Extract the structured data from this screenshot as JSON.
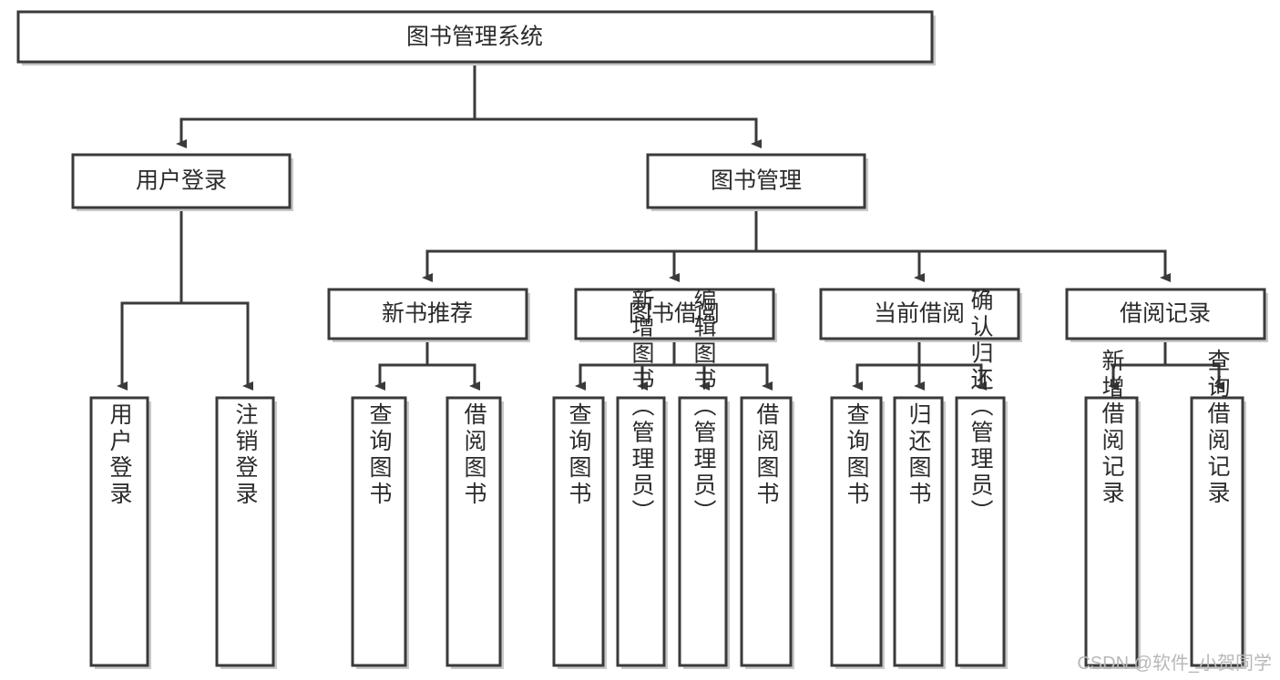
{
  "diagram": {
    "type": "tree-hierarchy",
    "orientation": "top-down",
    "title": "图书管理系统",
    "colors": {
      "box_fill": "#ffffff",
      "box_stroke": "#3a3a3a",
      "shadow": "#c9c9c9",
      "text": "#2b2b2b",
      "watermark": "#b8b8b8"
    },
    "levels": [
      {
        "level": 1,
        "nodes": [
          {
            "id": "root",
            "label": "图书管理系统",
            "orientation": "horizontal"
          }
        ]
      },
      {
        "level": 2,
        "nodes": [
          {
            "id": "user-login",
            "label": "用户登录",
            "orientation": "horizontal",
            "parent": "root"
          },
          {
            "id": "book-manage",
            "label": "图书管理",
            "orientation": "horizontal",
            "parent": "root"
          }
        ]
      },
      {
        "level": 3,
        "nodes": [
          {
            "id": "new-book-rec",
            "label": "新书推荐",
            "orientation": "horizontal",
            "parent": "book-manage"
          },
          {
            "id": "book-borrow",
            "label": "图书借阅",
            "orientation": "horizontal",
            "parent": "book-manage"
          },
          {
            "id": "current-borrow",
            "label": "当前借阅",
            "orientation": "horizontal",
            "parent": "book-manage"
          },
          {
            "id": "borrow-record",
            "label": "借阅记录",
            "orientation": "horizontal",
            "parent": "book-manage"
          }
        ]
      },
      {
        "level": 4,
        "nodes": [
          {
            "id": "leaf-user-login",
            "label": "用户登录",
            "orientation": "vertical",
            "parent": "user-login"
          },
          {
            "id": "leaf-logout",
            "label": "注销登录",
            "orientation": "vertical",
            "parent": "user-login"
          },
          {
            "id": "leaf-query-book-1",
            "label": "查询图书",
            "orientation": "vertical",
            "parent": "new-book-rec"
          },
          {
            "id": "leaf-borrow-book-1",
            "label": "借阅图书",
            "orientation": "vertical",
            "parent": "new-book-rec"
          },
          {
            "id": "leaf-query-book-2",
            "label": "查询图书",
            "orientation": "vertical",
            "parent": "book-borrow"
          },
          {
            "id": "leaf-add-book",
            "label": "新增图书（管理员）",
            "orientation": "vertical",
            "parent": "book-borrow"
          },
          {
            "id": "leaf-edit-book",
            "label": "编辑图书（管理员）",
            "orientation": "vertical",
            "parent": "book-borrow"
          },
          {
            "id": "leaf-borrow-book-2",
            "label": "借阅图书",
            "orientation": "vertical",
            "parent": "book-borrow"
          },
          {
            "id": "leaf-query-book-3",
            "label": "查询图书",
            "orientation": "vertical",
            "parent": "current-borrow"
          },
          {
            "id": "leaf-return-book",
            "label": "归还图书",
            "orientation": "vertical",
            "parent": "current-borrow"
          },
          {
            "id": "leaf-confirm-return",
            "label": "确认归还（管理员）",
            "orientation": "vertical",
            "parent": "current-borrow"
          },
          {
            "id": "leaf-add-record",
            "label": "新增借阅记录",
            "orientation": "vertical",
            "parent": "borrow-record"
          },
          {
            "id": "leaf-query-record",
            "label": "查询借阅记录",
            "orientation": "vertical",
            "parent": "borrow-record"
          }
        ]
      }
    ]
  },
  "watermark": {
    "text": "CSDN @软件_小贺同学"
  }
}
